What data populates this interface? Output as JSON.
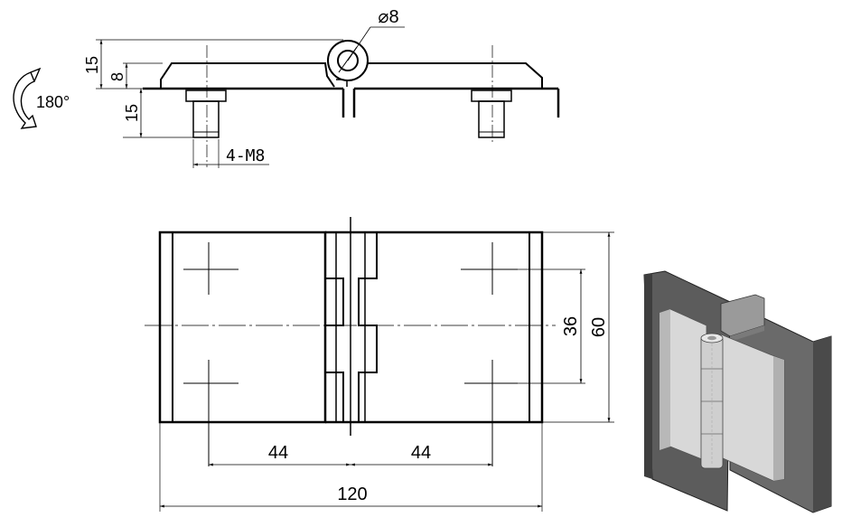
{
  "labels": {
    "pin_diameter": "⌀8",
    "rotation": "180°",
    "height_total": "15",
    "height_leaf": "8",
    "bolt_length": "15",
    "bolt_spec": "4-M8",
    "hole_pitch_v": "36",
    "height_overall": "60",
    "hole_offset_left": "44",
    "hole_offset_right": "44",
    "width_overall": "120"
  },
  "colors": {
    "line": "#000000",
    "plate_dark": "#5c5c5c",
    "plate_mid": "#9a9a9a",
    "leaf_light": "#d8d8d8",
    "leaf_shadow": "#b8b8b8"
  }
}
